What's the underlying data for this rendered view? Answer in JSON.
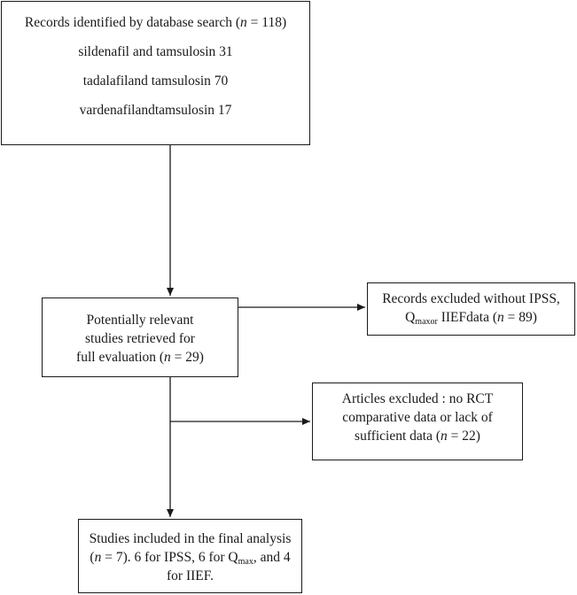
{
  "search": {
    "title_prefix": "Records identified by database search (",
    "n_var": "n",
    "title_suffix": " = 118)",
    "lines": [
      "sildenafil and tamsulosin 31",
      "tadalafiland tamsulosin 70",
      "vardenafilandtamsulosin 17"
    ]
  },
  "relevant": {
    "line1": "Potentially relevant",
    "line2": "studies retrieved for",
    "line3_prefix": "full evaluation (",
    "n_var": "n",
    "line3_suffix": " = 29)"
  },
  "excluded_ipss": {
    "line1": "Records excluded without IPSS,",
    "q": "Q",
    "q_sub": "maxor",
    "line2_mid": " IIEFdata (",
    "n_var": "n",
    "line2_suffix": " = 89)"
  },
  "excluded_rct": {
    "line1": "Articles excluded : no RCT",
    "line2": "comparative data or lack of",
    "line3_prefix": "sufficient data (",
    "n_var": "n",
    "line3_suffix": " = 22)"
  },
  "included": {
    "line1": "Studies included in the final analysis",
    "line2_prefix": "(",
    "n_var": "n",
    "line2_mid": " = 7). 6 for IPSS, 6 for ",
    "q": "Q",
    "q_sub": "max",
    "line2_suffix": ", and 4",
    "line3": "for IIEF."
  }
}
